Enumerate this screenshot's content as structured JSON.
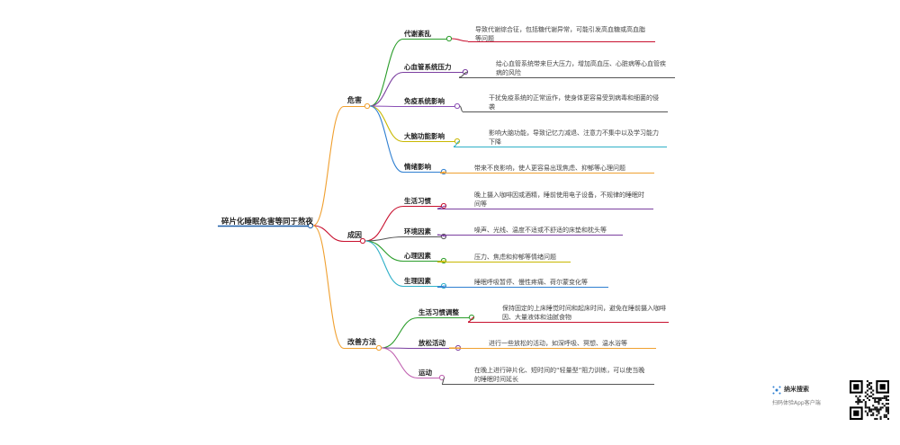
{
  "title": "碎片化睡眠危害等同于熬夜",
  "branches": [
    {
      "label": "危害",
      "color": "#f0a030",
      "items": [
        {
          "label": "代谢紊乱",
          "color": "#2a9d2a",
          "lineColor": "#c8102e",
          "text": "导致代谢综合征，包括糖代谢异常，可能引发高血糖或高血脂等问题"
        },
        {
          "label": "心血管系统压力",
          "color": "#7b3fa0",
          "lineColor": "#555555",
          "text": "给心血管系统带来巨大压力，增加高血压、心脏病等心血管疾病的风险"
        },
        {
          "label": "免疫系统影响",
          "color": "#8a4fb5",
          "lineColor": "#555555",
          "text": "干扰免疫系统的正常运作，使身体更容易受到病毒和细菌的侵袭"
        },
        {
          "label": "大脑功能影响",
          "color": "#c9b800",
          "lineColor": "#30b0c8",
          "text": "影响大脑功能，导致记忆力减退、注意力不集中以及学习能力下降"
        },
        {
          "label": "情绪影响",
          "color": "#2f7fd1",
          "lineColor": "#f0a030",
          "text": "带来不良影响，使人更容易出现焦虑、抑郁等心理问题"
        }
      ]
    },
    {
      "label": "成因",
      "color": "#c8102e",
      "items": [
        {
          "label": "生活习惯",
          "color": "#c8102e",
          "lineColor": "#7b3fa0",
          "text": "晚上摄入咖啡因或酒精，睡前使用电子设备，不规律的睡眠时间等"
        },
        {
          "label": "环境因素",
          "color": "#555555",
          "lineColor": "#7b3fa0",
          "text": "噪声、光线、温度不适或不舒适的床垫和枕头等"
        },
        {
          "label": "心理因素",
          "color": "#2a9d2a",
          "lineColor": "#c9b800",
          "text": "压力、焦虑和抑郁等情绪问题"
        },
        {
          "label": "生理因素",
          "color": "#30b0c8",
          "lineColor": "#2f7fd1",
          "text": "睡眠呼吸暂停、慢性疼痛、荷尔蒙变化等"
        }
      ]
    },
    {
      "label": "改善方法",
      "color": "#f0a030",
      "items": [
        {
          "label": "生活习惯调整",
          "color": "#2a9d2a",
          "lineColor": "#c8102e",
          "text": "保持固定的上床睡觉时间和起床时间，避免在睡前摄入咖啡因、大量液体和油腻食物"
        },
        {
          "label": "放松活动",
          "color": "#7b3fa0",
          "lineColor": "#f0a030",
          "text": "进行一些放松的活动，如深呼吸、冥想、温水浴等"
        },
        {
          "label": "运动",
          "color": "#c060b0",
          "lineColor": "#555555",
          "text": "在晚上进行碎片化、短时间的“轻量型”阻力训练，可以使当晚的睡眠时间延长"
        }
      ]
    }
  ],
  "brand": {
    "name": "纳米搜索",
    "sub": "扫码体验App客户端"
  }
}
